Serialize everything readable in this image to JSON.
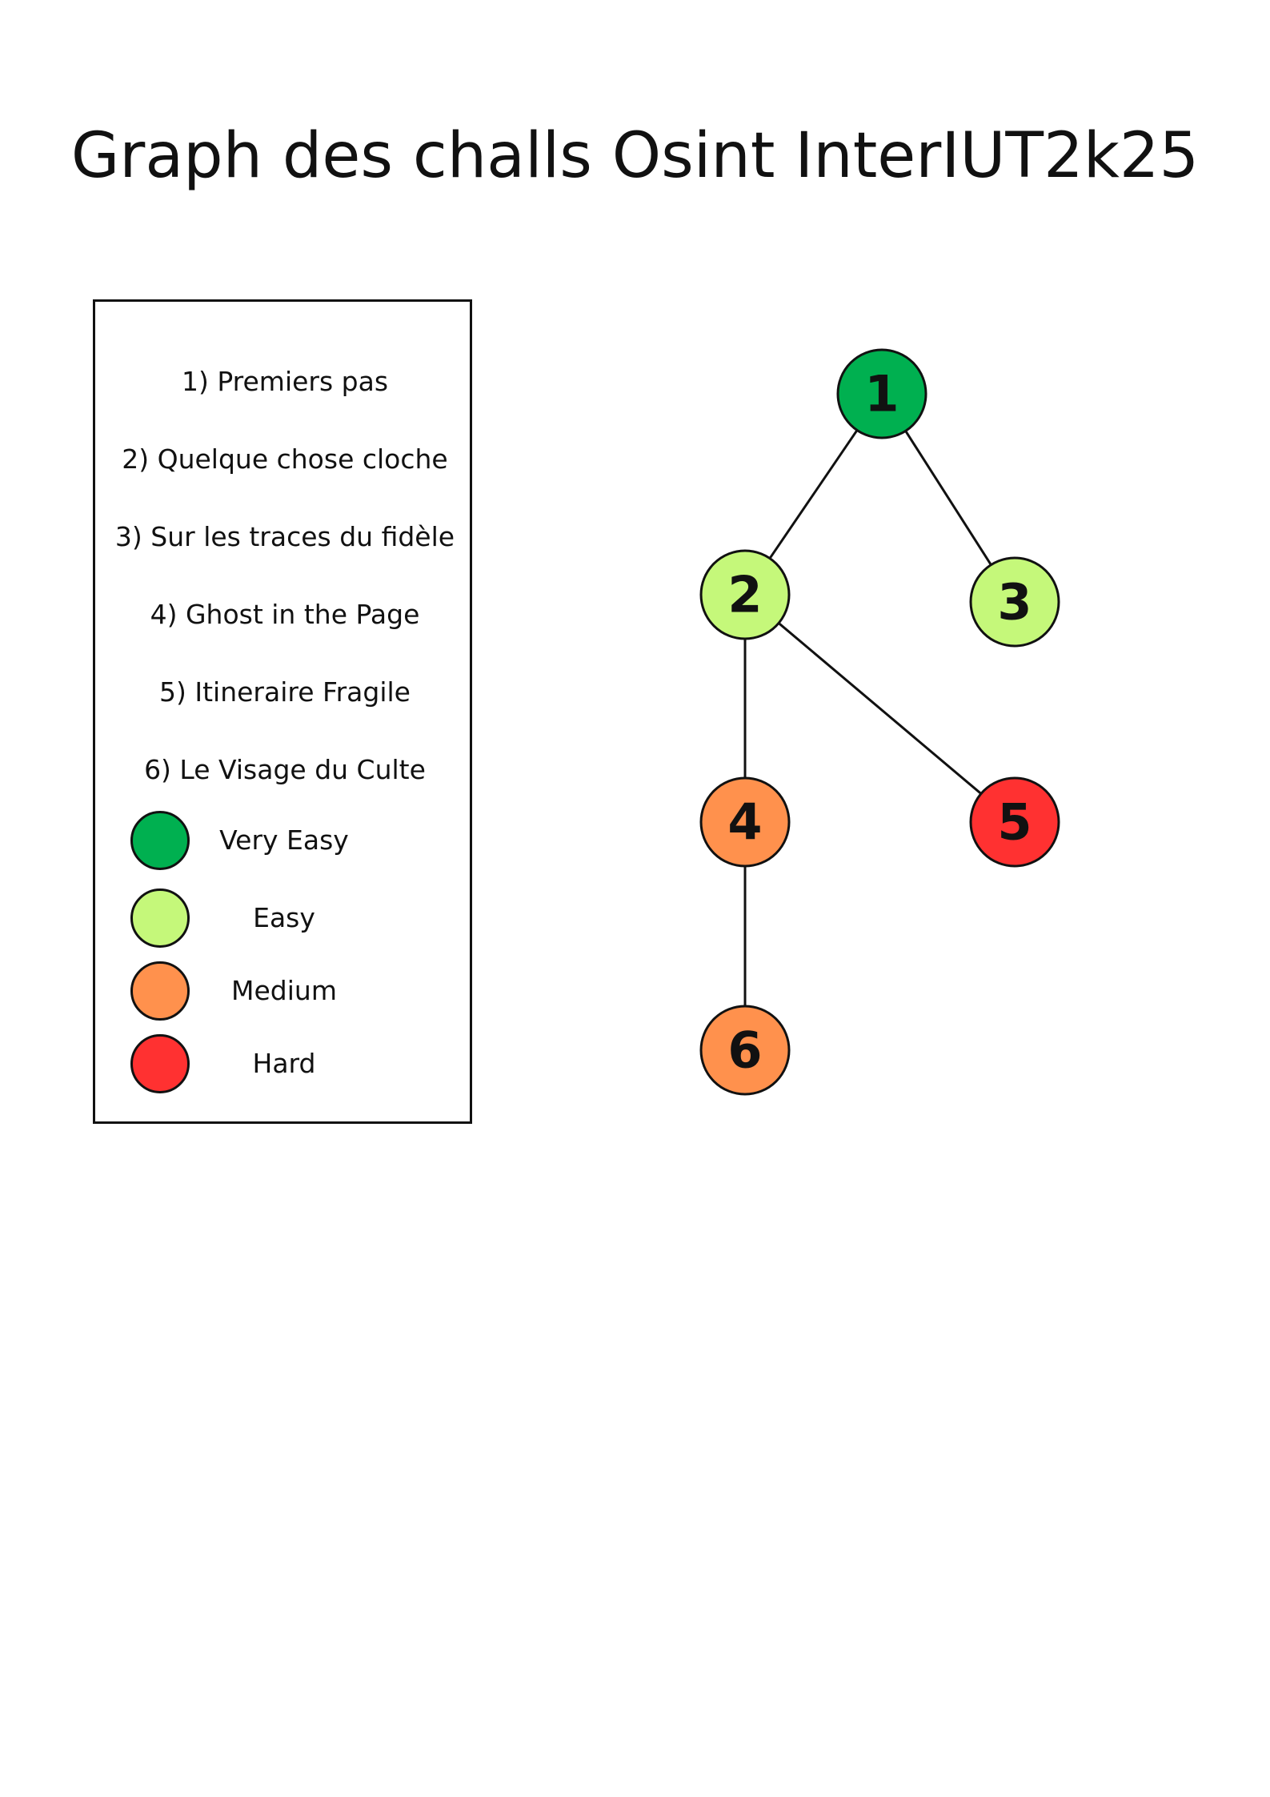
{
  "title": "Graph des challs Osint InterIUT2k25",
  "legend": {
    "challenges": [
      "1) Premiers pas",
      "2)  Quelque chose cloche",
      "3) Sur les traces du fidèle",
      "4) Ghost in the Page",
      "5) Itineraire Fragile",
      "6) Le Visage du Culte"
    ],
    "levels": [
      {
        "label": "Very Easy",
        "color": "#00b050"
      },
      {
        "label": "Easy",
        "color": "#c5f87a"
      },
      {
        "label": "Medium",
        "color": "#ff914d"
      },
      {
        "label": "Hard",
        "color": "#ff3131"
      }
    ]
  },
  "graph": {
    "nodes": [
      {
        "id": "1",
        "label": "1",
        "level": "Very Easy"
      },
      {
        "id": "2",
        "label": "2",
        "level": "Easy"
      },
      {
        "id": "3",
        "label": "3",
        "level": "Easy"
      },
      {
        "id": "4",
        "label": "4",
        "level": "Medium"
      },
      {
        "id": "5",
        "label": "5",
        "level": "Hard"
      },
      {
        "id": "6",
        "label": "6",
        "level": "Medium"
      }
    ],
    "edges": [
      {
        "from": "1",
        "to": "2"
      },
      {
        "from": "1",
        "to": "3"
      },
      {
        "from": "2",
        "to": "4"
      },
      {
        "from": "2",
        "to": "5"
      },
      {
        "from": "4",
        "to": "6"
      }
    ]
  }
}
